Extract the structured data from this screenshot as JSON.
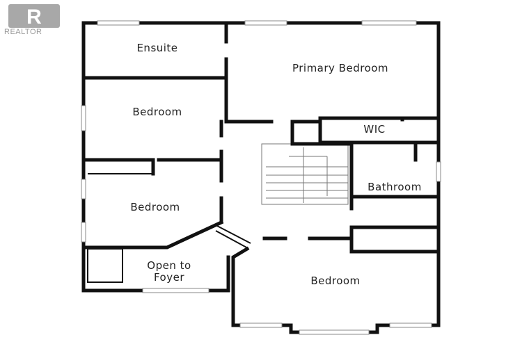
{
  "logo": {
    "text": "REALTOR",
    "mark": "R",
    "icon": "realtor-logo-icon"
  },
  "rooms": {
    "ensuite": "Ensuite",
    "primary_bedroom": "Primary Bedroom",
    "bedroom_upper_left": "Bedroom",
    "wic": "WIC",
    "bedroom_middle_left": "Bedroom",
    "bathroom": "Bathroom",
    "open_to_foyer_line1": "Open to",
    "open_to_foyer_line2": "Foyer",
    "bedroom_lower_right": "Bedroom"
  },
  "colors": {
    "wall": "#111111",
    "logo": "#9a9a9a",
    "background": "#ffffff"
  }
}
